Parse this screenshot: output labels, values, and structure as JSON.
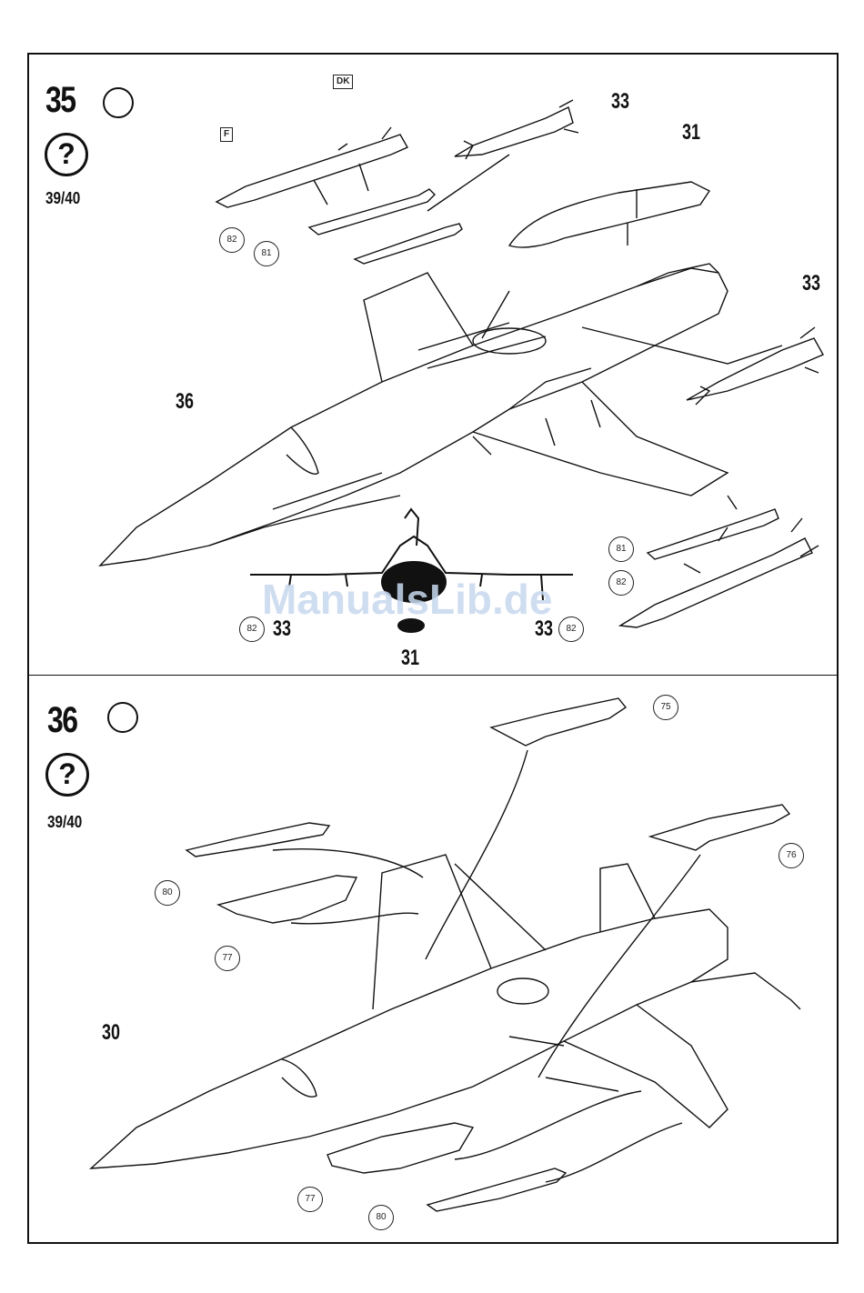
{
  "steps": [
    {
      "number": "35",
      "versions": "39/40",
      "question_mark": "?",
      "flags": [
        "F",
        "DK"
      ],
      "parts": [
        "33",
        "31",
        "33",
        "36",
        "31",
        "33",
        "33"
      ],
      "part_circles": [
        "82",
        "81",
        "81",
        "82",
        "82",
        "82"
      ]
    },
    {
      "number": "36",
      "versions": "39/40",
      "question_mark": "?",
      "parts": [
        "30"
      ],
      "part_circles": [
        "75",
        "76",
        "80",
        "77",
        "77",
        "80"
      ]
    }
  ],
  "watermark": "ManualsLib.de"
}
